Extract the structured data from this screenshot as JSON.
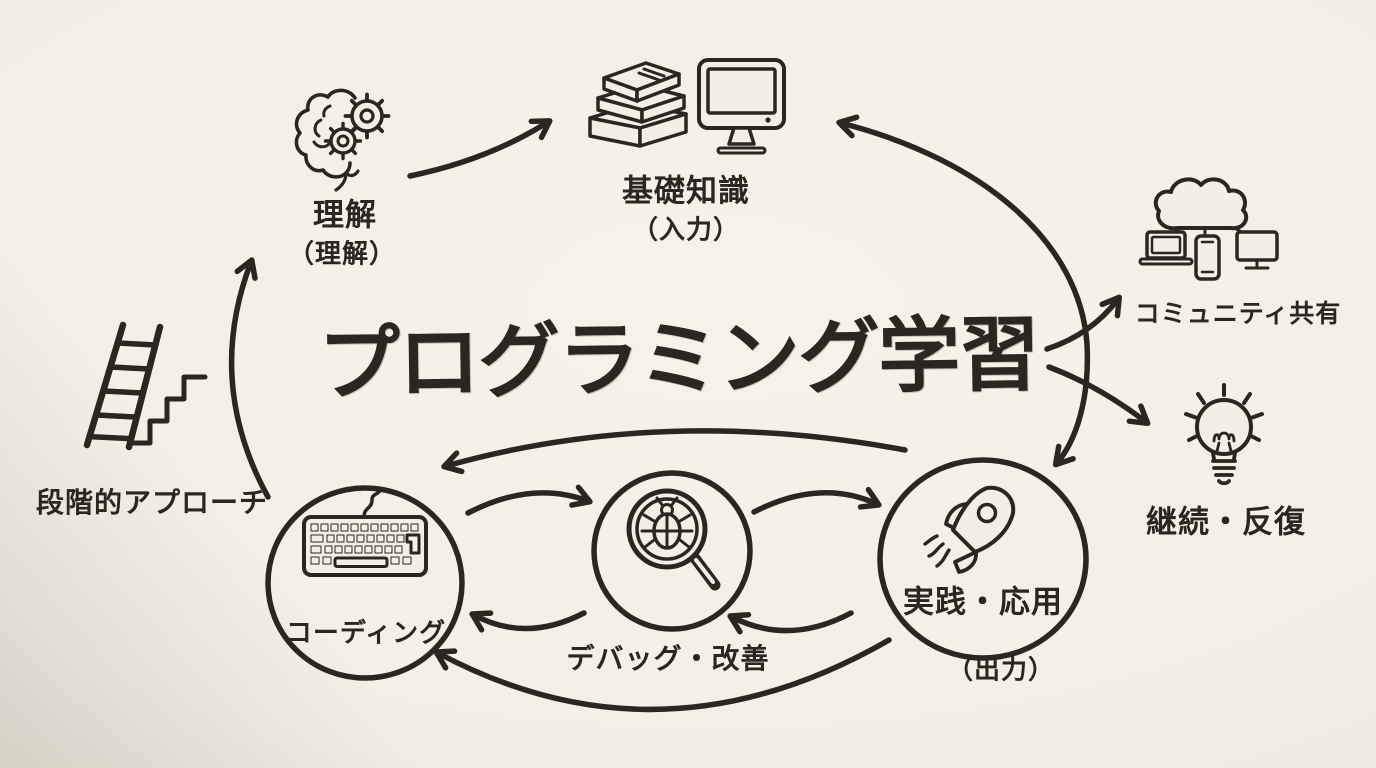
{
  "title": "プログラミング学習",
  "nodes": {
    "understanding": {
      "label": "理解",
      "sub": "（理解）",
      "icon": "brain-gears"
    },
    "foundation": {
      "label": "基礎知識",
      "sub": "（入力）",
      "icon": "books-and-monitor"
    },
    "community": {
      "label": "コミュニティ共有",
      "icon": "cloud-devices"
    },
    "continuity": {
      "label": "継続・反復",
      "icon": "lightbulb"
    },
    "stepwise": {
      "label": "段階的アプローチ",
      "icon": "ladder-stairs"
    },
    "coding": {
      "label": "コーディング",
      "icon": "keyboard"
    },
    "debugging": {
      "label": "デバッグ・改善",
      "icon": "bug-magnifier"
    },
    "practice": {
      "label": "実践・応用",
      "sub": "（出力）",
      "icon": "rocket"
    }
  },
  "colors": {
    "ink": "#2a2622",
    "paper": "#f3efe6"
  }
}
